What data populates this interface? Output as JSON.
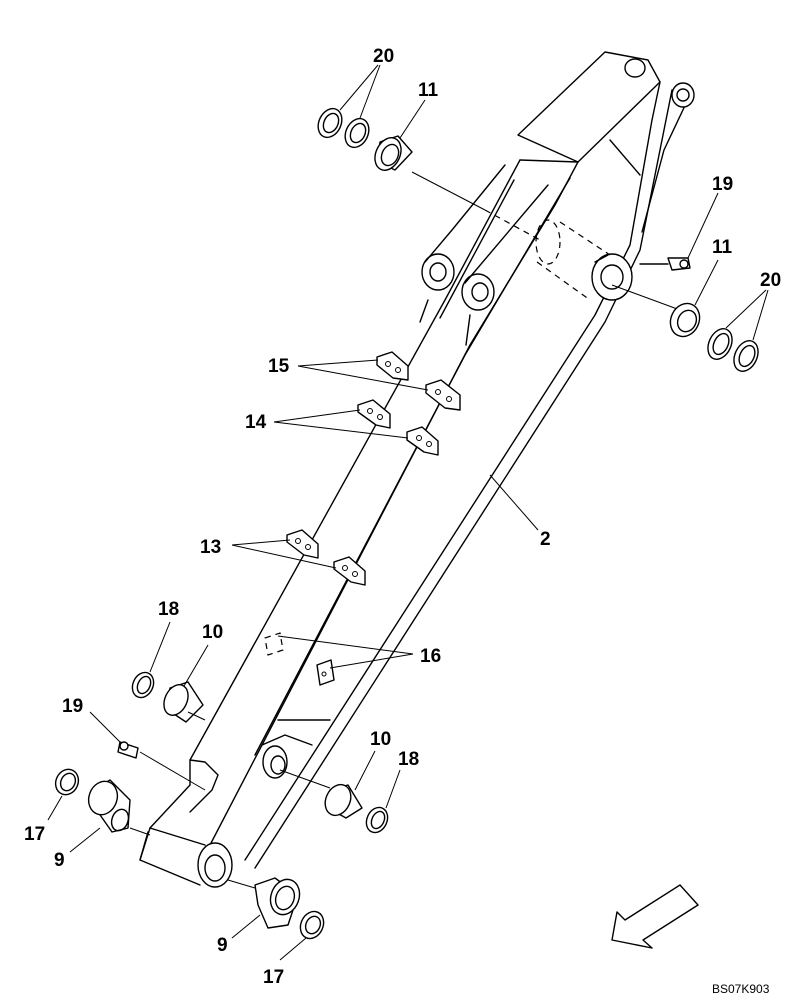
{
  "labels": {
    "n20a": "20",
    "n11a": "11",
    "n19a": "19",
    "n11b": "11",
    "n20b": "20",
    "n15": "15",
    "n14": "14",
    "n13": "13",
    "n2": "2",
    "n18a": "18",
    "n10a": "10",
    "n16": "16",
    "n19b": "19",
    "n10b": "10",
    "n18b": "18",
    "n17a": "17",
    "n9a": "9",
    "n9b": "9",
    "n17b": "17"
  },
  "drawing_code": "BS07K903",
  "icons": {
    "direction": "front-direction-arrow-icon"
  }
}
